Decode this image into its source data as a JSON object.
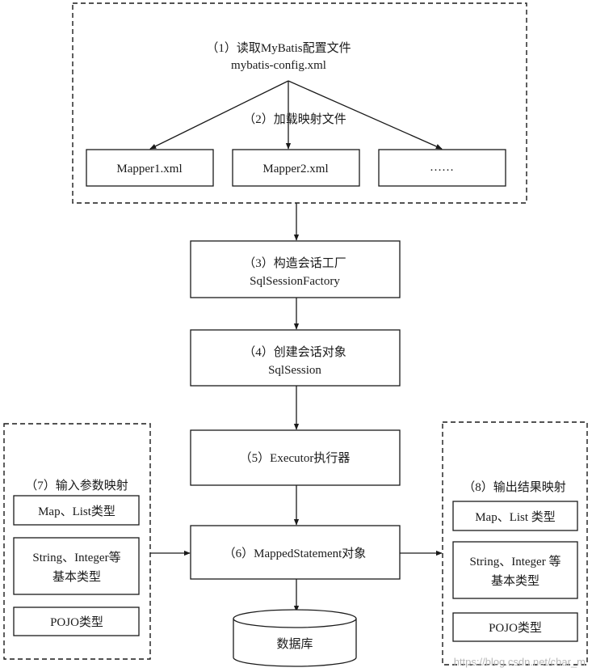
{
  "config_group": {
    "step1_line1": "（1）读取MyBatis配置文件",
    "step1_line2": "mybatis-config.xml",
    "step2": "（2）加载映射文件",
    "mapper1": "Mapper1.xml",
    "mapper2": "Mapper2.xml",
    "mapper_more": "……"
  },
  "flow": {
    "step3_line1": "（3）构造会话工厂",
    "step3_line2": "SqlSessionFactory",
    "step4_line1": "（4）创建会话对象",
    "step4_line2": "SqlSession",
    "step5": "（5）Executor执行器",
    "step6": "（6）MappedStatement对象",
    "database": "数据库"
  },
  "input_mapping": {
    "title": "（7）输入参数映射",
    "item1": "Map、List类型",
    "item2_line1": "String、Integer等",
    "item2_line2": "基本类型",
    "item3": "POJO类型"
  },
  "output_mapping": {
    "title": "（8）输出结果映射",
    "item1": "Map、List 类型",
    "item2_line1": "String、Integer 等",
    "item2_line2": "基本类型",
    "item3": "POJO类型"
  },
  "watermark": "https://blog.csdn.net/char_m",
  "colors": {
    "line": "#1a1a1a",
    "background": "#ffffff",
    "watermark": "#b8b8b8"
  }
}
